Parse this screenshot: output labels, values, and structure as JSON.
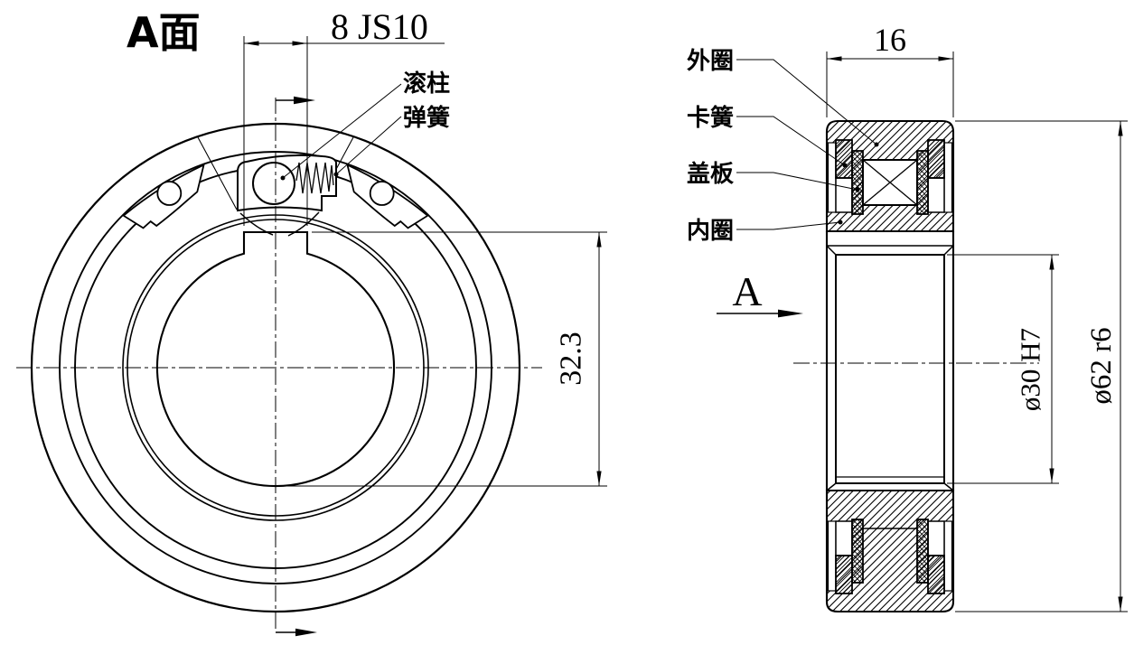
{
  "drawing": {
    "front_view": {
      "title": "A面",
      "keyway_width_dim": "8 JS10",
      "keyway_depth_dim": "32.3",
      "roller_label": "滚柱",
      "spring_label": "弹簧"
    },
    "section_view": {
      "width_dim": "16",
      "bore_dim": "ø30 H7",
      "outer_dim": "ø62 r6",
      "view_label": "A",
      "outer_ring_label": "外圈",
      "circlip_label": "卡簧",
      "cover_plate_label": "盖板",
      "inner_ring_label": "内圈"
    },
    "line_color": "#000000",
    "background_color": "#ffffff"
  }
}
